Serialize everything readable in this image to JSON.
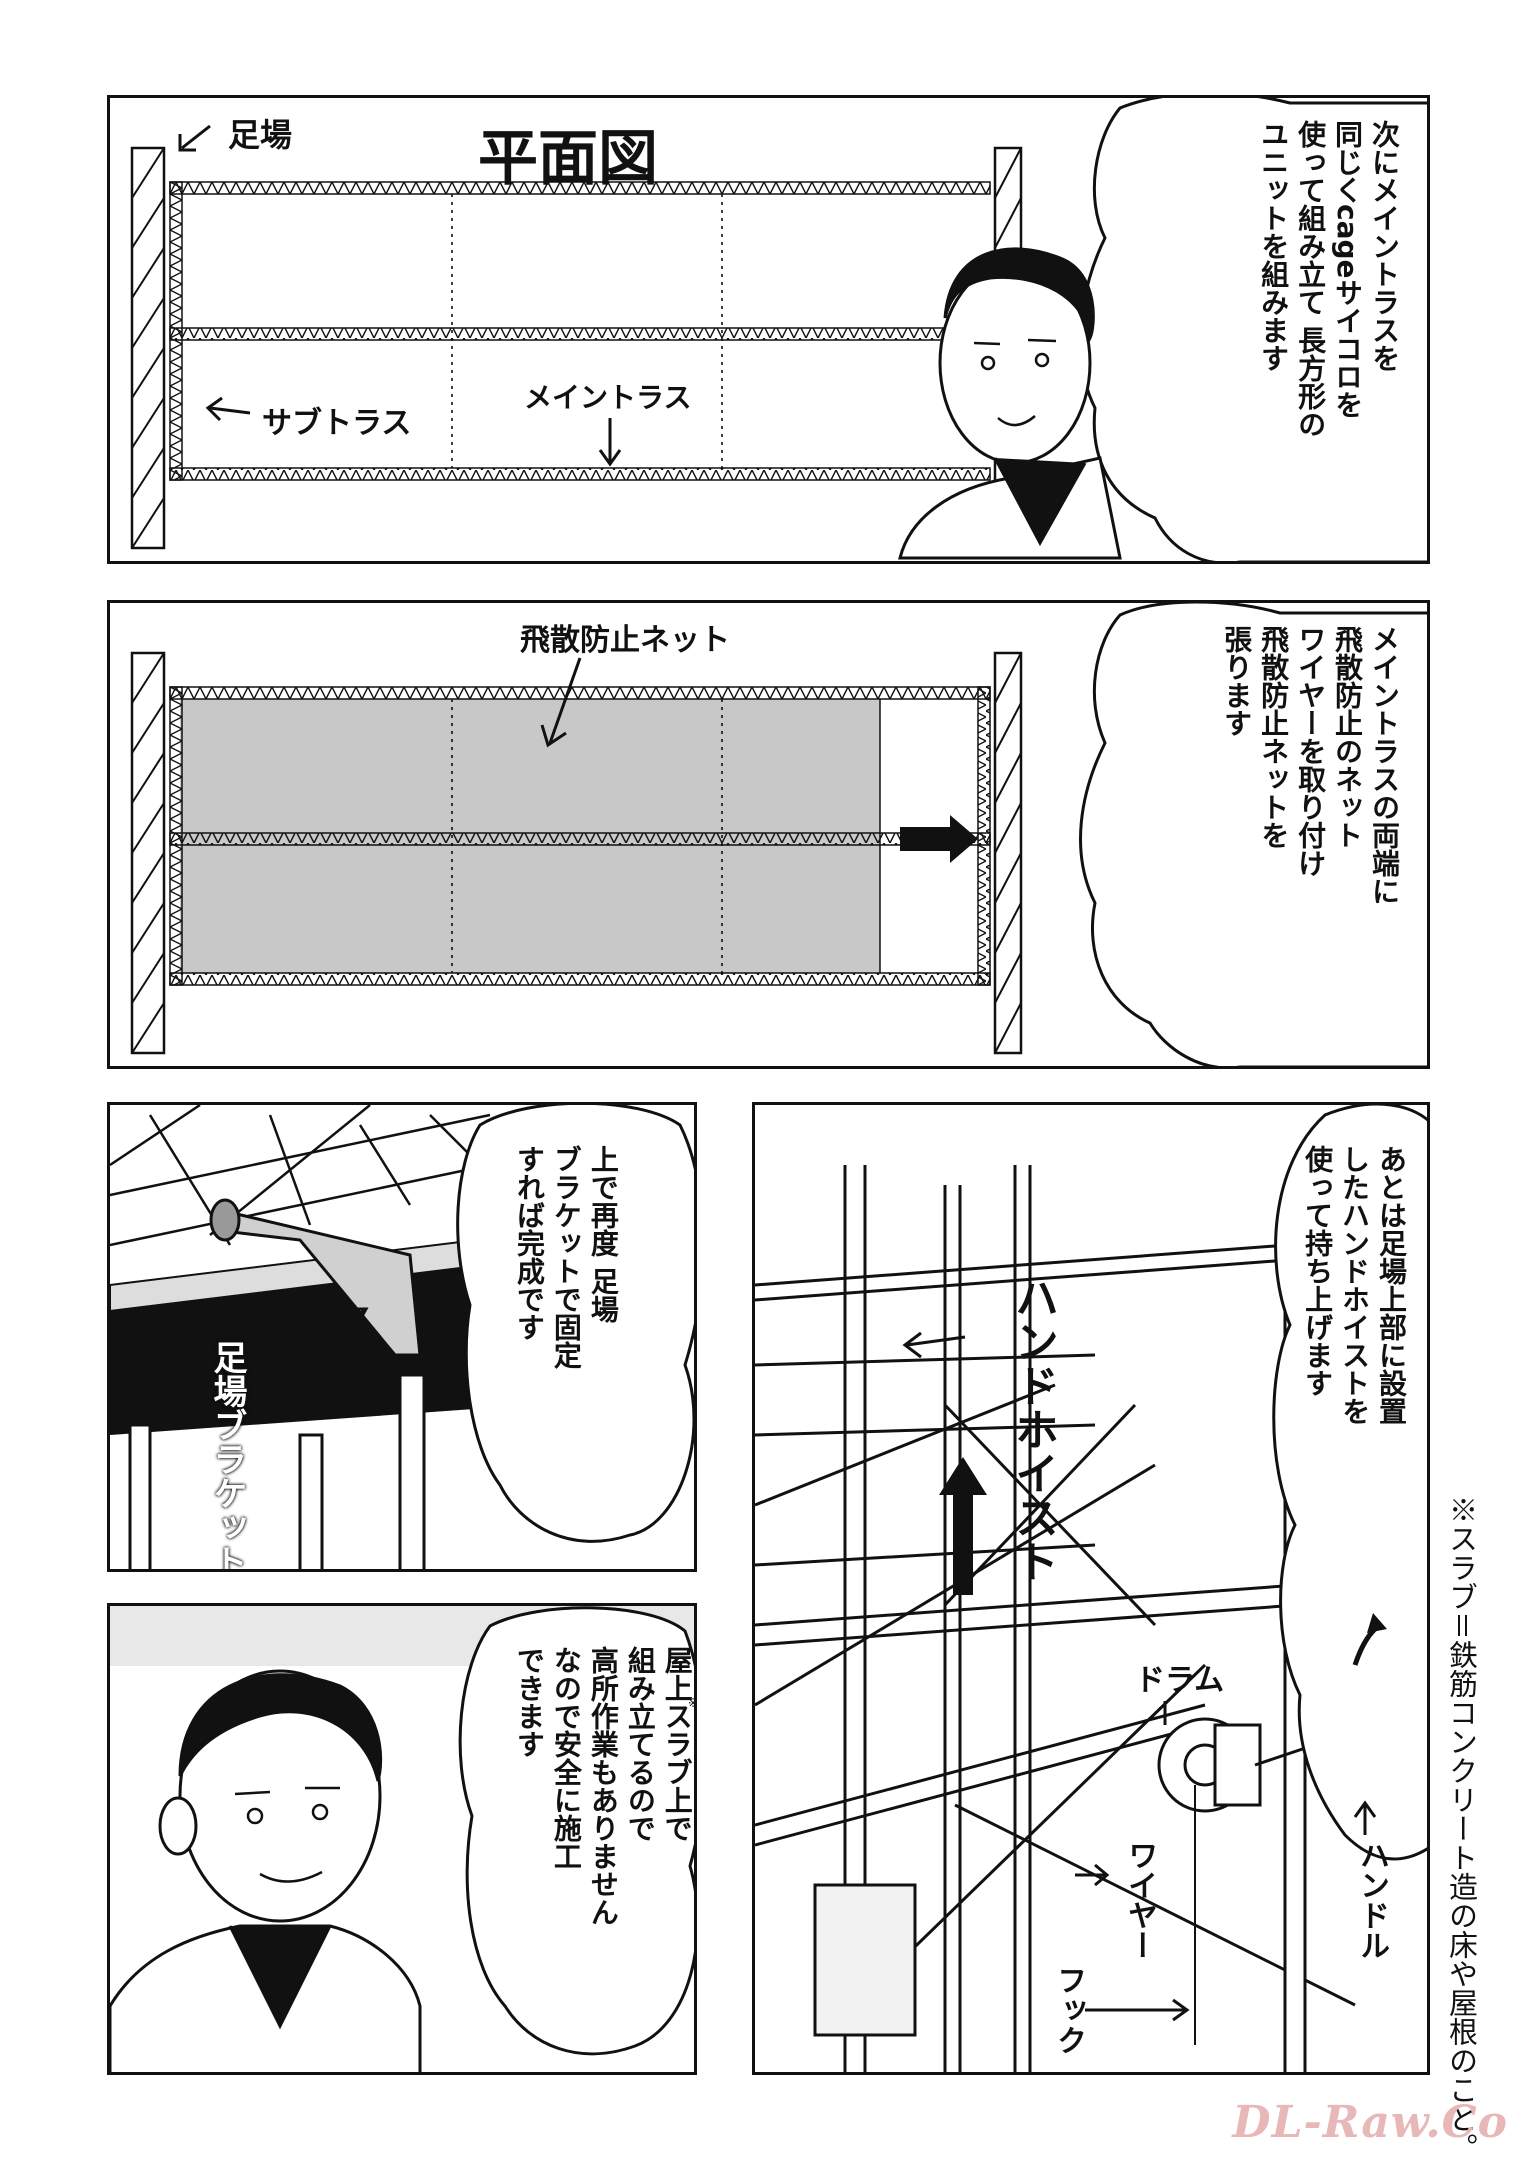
{
  "panel1": {
    "title": "平面図",
    "label_scaffold": "足場",
    "label_subtruss": "サブトラス",
    "label_maintruss": "メイントラス",
    "bubble_lines": [
      "次にメイントラスを",
      "同じくcageサイコロを",
      "使って組み立て 長方形の",
      "ユニットを組みます"
    ]
  },
  "panel2": {
    "label_net": "飛散防止ネット",
    "bubble_lines": [
      "メイントラスの両端に",
      "飛散防止のネット",
      "ワイヤーを取り付け",
      "飛散防止ネットを",
      "張ります"
    ]
  },
  "panel3": {
    "label_bracket": "足場ブラケット",
    "bubble_lines": [
      "上で再度 足場",
      "ブラケットで固定",
      "すれば完成です"
    ]
  },
  "panel4": {
    "bubble_lines": [
      "屋上スラブ上で",
      "組み立てるので",
      "高所作業もありません",
      "なので安全に施工",
      "できます"
    ],
    "note_mark": "※"
  },
  "panel5": {
    "bubble_lines": [
      "あとは足場上部に設置",
      "したハンドホイストを",
      "使って持ち上げます"
    ],
    "label_hoist": "ハンドホイスト",
    "label_drum": "ドラム",
    "label_wire": "ワイヤー",
    "label_hook": "フック",
    "label_handle": "ハンドル"
  },
  "footnote": "※スラブ＝鉄筋コンクリート造の床や屋根のこと。",
  "watermark": "DL-Raw.Co",
  "colors": {
    "ink": "#111111",
    "net": "#c8c8c8",
    "watermark": "#e8b7b7"
  }
}
